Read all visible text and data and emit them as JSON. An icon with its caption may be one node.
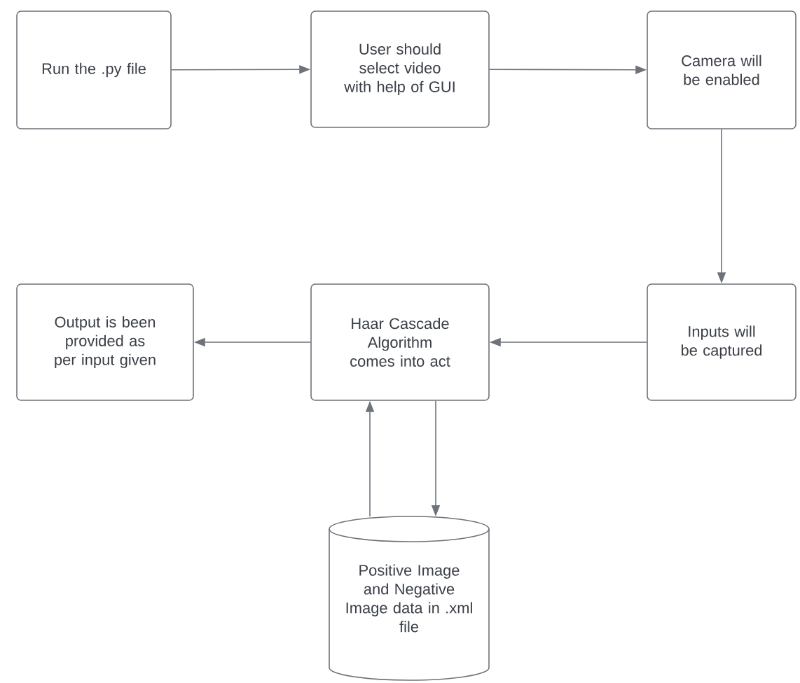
{
  "diagram": {
    "nodes": [
      {
        "text": [
          "Run the .py file"
        ]
      },
      {
        "text": [
          "User should select video with help of GUI"
        ]
      },
      {
        "text": [
          "Camera will be enabled"
        ]
      },
      {
        "text": [
          "Inputs will be captured"
        ]
      },
      {
        "text": [
          "Haar Cascade Algorithm comes into act"
        ]
      },
      {
        "text": [
          "Output is been provided as per input given"
        ]
      },
      {
        "text": [
          "Positive Image and Negative Image data in .xml file"
        ]
      }
    ],
    "edges": [
      {
        "from": 0,
        "to": 1,
        "arrow": "to"
      },
      {
        "from": 1,
        "to": 2,
        "arrow": "to"
      },
      {
        "from": 2,
        "to": 3,
        "arrow": "to"
      },
      {
        "from": 3,
        "to": 4,
        "arrow": "to"
      },
      {
        "from": 4,
        "to": 5,
        "arrow": "to"
      },
      {
        "from": 6,
        "to": 4,
        "arrow": "to"
      },
      {
        "from": 4,
        "to": 6,
        "arrow": "to"
      }
    ]
  }
}
